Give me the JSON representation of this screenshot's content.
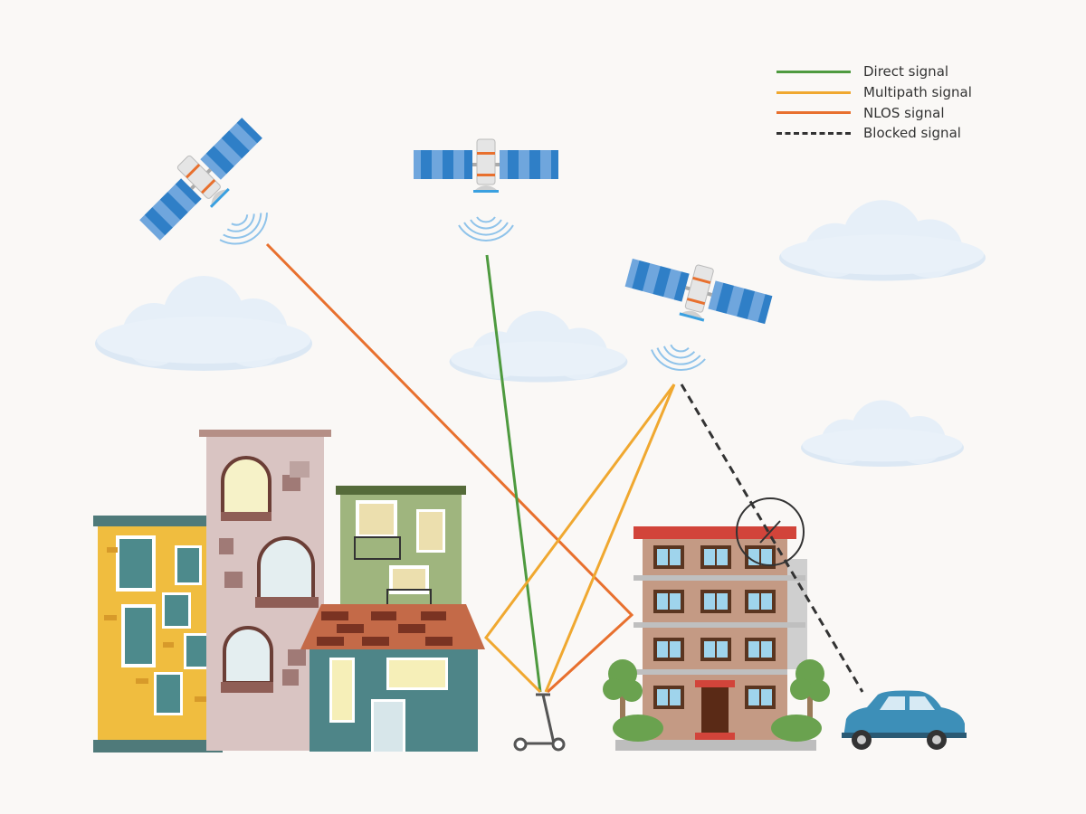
{
  "legend": [
    {
      "label": "Direct signal",
      "color": "#4e9a3f",
      "style": "solid"
    },
    {
      "label": "Multipath signal",
      "color": "#f0a830",
      "style": "solid"
    },
    {
      "label": "NLOS signal",
      "color": "#e8702e",
      "style": "solid"
    },
    {
      "label": "Blocked signal",
      "color": "#333333",
      "style": "dashed"
    }
  ],
  "colors": {
    "background": "#faf8f6",
    "panel": "#2f7fc7",
    "panel_light": "#6fa6dd",
    "cloud": "#e3edf7"
  }
}
